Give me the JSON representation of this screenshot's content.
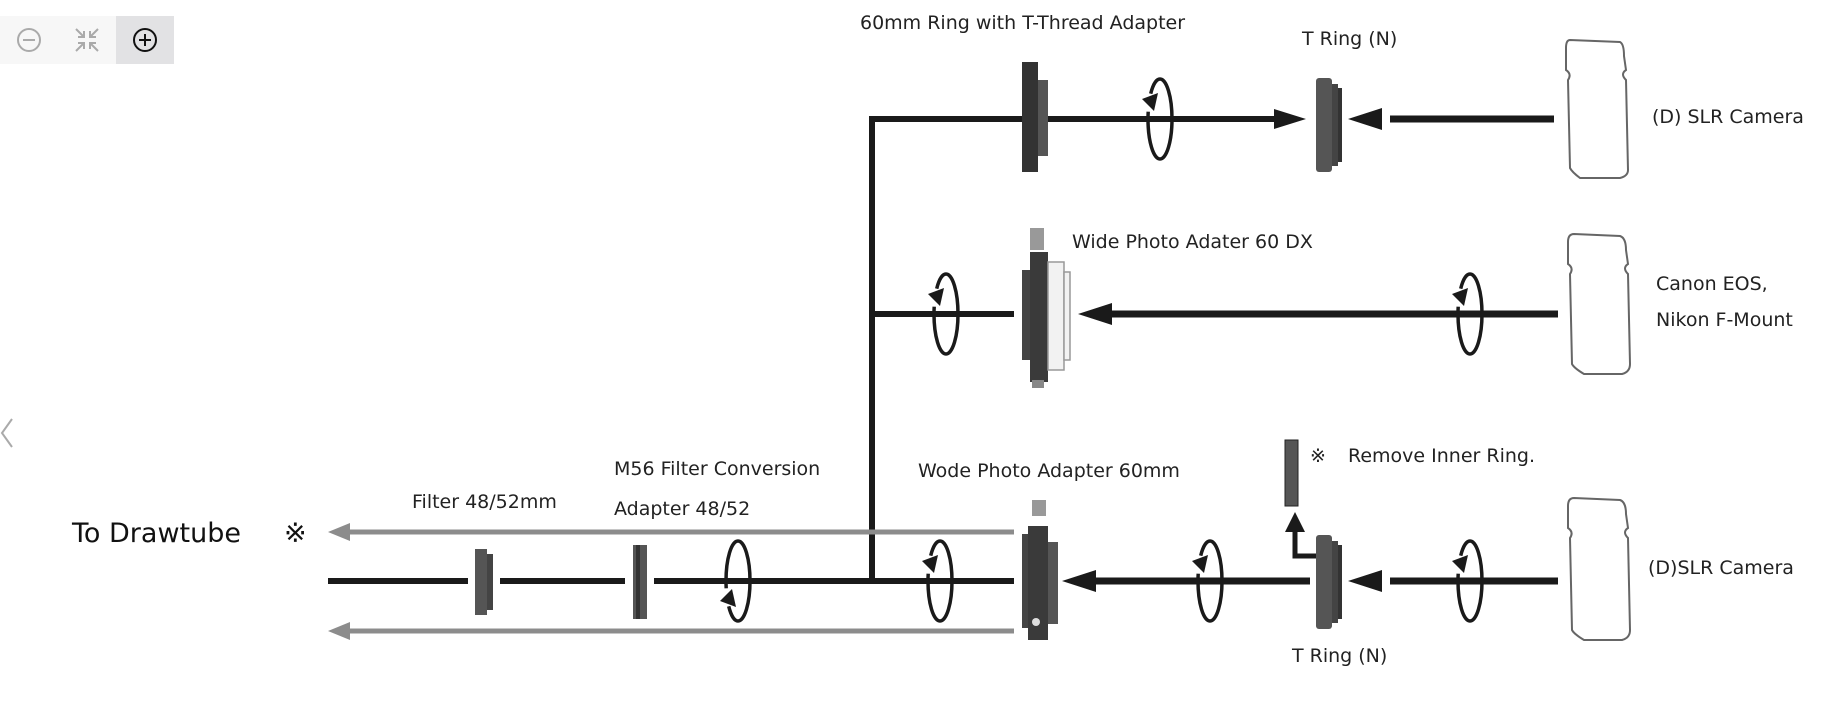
{
  "viewer": {
    "zoom_out_icon": "zoom-out-icon",
    "fit_icon": "fit-to-screen-icon",
    "zoom_in_icon": "zoom-in-icon",
    "prev_icon": "chevron-left-icon"
  },
  "diagram": {
    "title_left": "To Drawtube",
    "note_mark": "※",
    "labels": {
      "top_adapter": "60mm Ring with T-Thread Adapter",
      "top_tring": "T Ring (N)",
      "top_camera": "(D) SLR Camera",
      "mid_adapter": "Wide Photo Adater 60 DX",
      "mid_camera_line1": "Canon EOS,",
      "mid_camera_line2": "Nikon F-Mount",
      "filter": "Filter 48/52mm",
      "m56_line1": "M56 Filter Conversion",
      "m56_line2": "Adapter 48/52",
      "bottom_adapter": "Wode Photo Adapter 60mm",
      "remove_note": "Remove Inner Ring.",
      "bottom_camera": "(D)SLR Camera",
      "bottom_tring": "T Ring (N)"
    },
    "colors": {
      "line": "#1a1a1a",
      "gray_arrow": "#8c8c8c",
      "part_fill": "#555555",
      "camera_stroke": "#666666"
    }
  }
}
